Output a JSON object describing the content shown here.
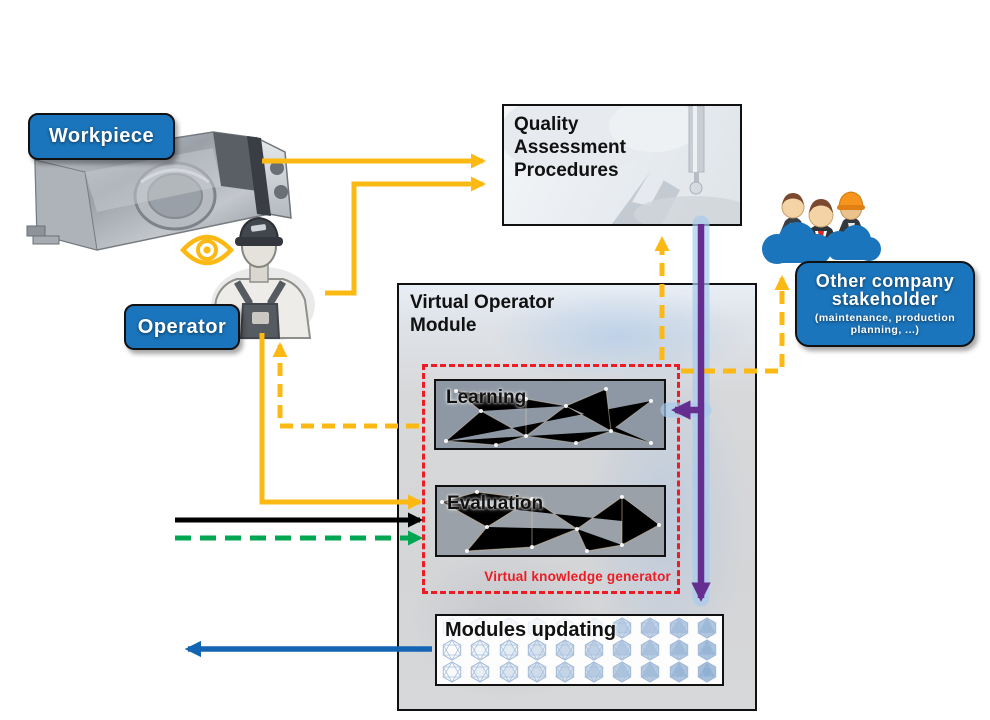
{
  "diagram": {
    "workpiece": {
      "label": "Workpiece"
    },
    "operator": {
      "label": "Operator"
    },
    "quality_assessment": {
      "title": "Quality Assessment Procedures"
    },
    "virtual_operator_module": {
      "title": "Virtual Operator Module",
      "knowledge_generator_label": "Virtual knowledge generator",
      "learning": {
        "label": "Learning"
      },
      "evaluation": {
        "label": "Evaluation"
      },
      "modules_updating": {
        "label": "Modules updating",
        "grid": {
          "rows": 3,
          "cols": 10
        }
      }
    },
    "stakeholder": {
      "title": "Other company stakeholder",
      "subtitle": "(maintenance, production planning, ...)"
    },
    "icons": {
      "eye-icon": "observation / visual inspection",
      "stakeholder-people-icon": "people standing on clouds",
      "workpiece-image": "machined metal workpiece photo",
      "operator-image": "sketched operator with hard hat"
    }
  },
  "colors": {
    "label_blue": "#1B75BC",
    "arrow_yellow": "#FCB813",
    "arrow_black": "#000000",
    "arrow_green": "#00A651",
    "arrow_blue": "#1464B4",
    "arrow_purple": "#662D91",
    "purple_glow": "#A8CBEC",
    "dashed_red": "#ED1C24"
  }
}
